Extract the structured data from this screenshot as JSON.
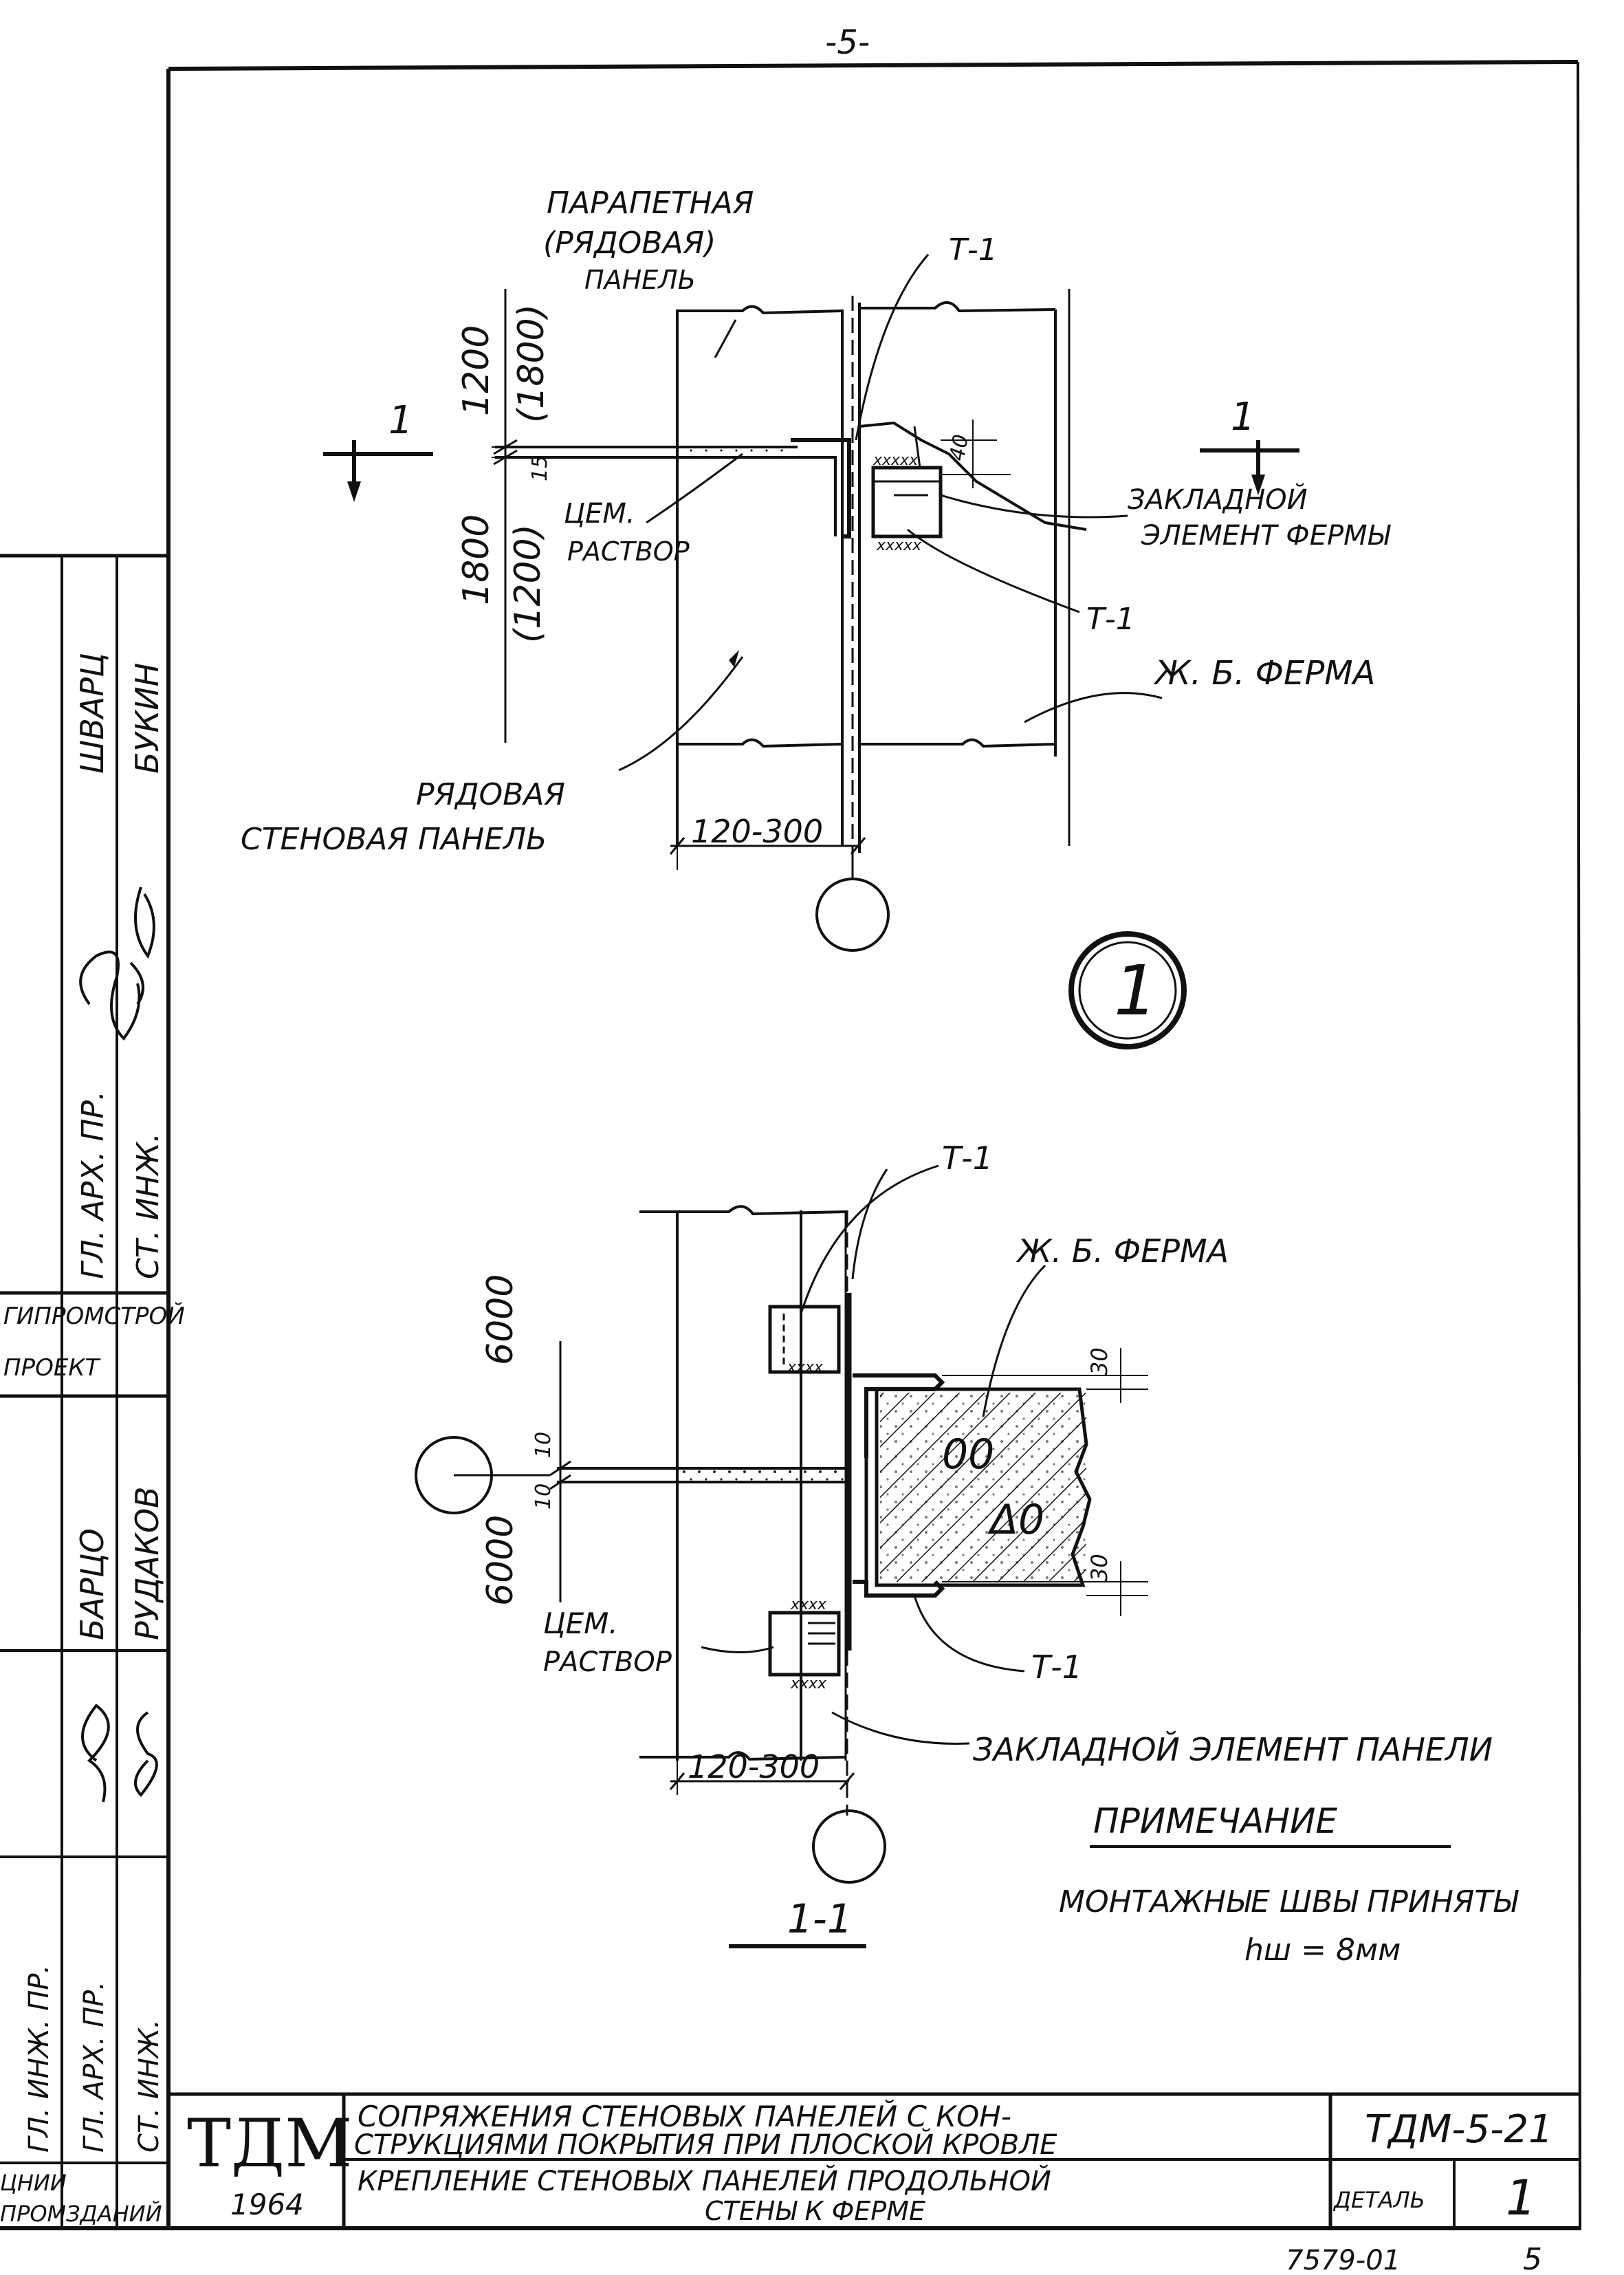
{
  "page_number": "-5-",
  "top_view": {
    "label_parapet": [
      "ПАРАПЕТНАЯ",
      "(РЯДОВАЯ)",
      "ПАНЕЛЬ"
    ],
    "label_t1_top": "Т-1",
    "label_t1_mid": "Т-1",
    "dim_upper": "1200",
    "dim_upper_alt": "(1800)",
    "dim_lower": "1800",
    "dim_lower_alt": "(1200)",
    "dim_joint": "15",
    "dim_40": "40",
    "label_mortar": [
      "ЦЕМ.",
      "РАСТВОР"
    ],
    "label_embed_truss": [
      "ЗАКЛАДНОЙ",
      "ЭЛЕМЕНТ ФЕРМЫ"
    ],
    "label_truss": "Ж. Б. ФЕРМА",
    "label_row_panel": [
      "РЯДОВАЯ",
      "СТЕНОВАЯ ПАНЕЛЬ"
    ],
    "dim_span": "120-300",
    "section_mark": "1"
  },
  "detail_number": "1",
  "section_view": {
    "label_t1_top": "Т-1",
    "label_truss": "Ж. Б. ФЕРМА",
    "dim_upper": "6000",
    "dim_lower": "6000",
    "dim_10a": "10",
    "dim_10b": "10",
    "dim_30a": "30",
    "dim_30b": "30",
    "label_mortar": [
      "ЦЕМ.",
      "РАСТВОР"
    ],
    "label_t1_bottom": "Т-1",
    "label_embed_panel": "ЗАКЛАДНОЙ ЭЛЕМЕНТ ПАНЕЛИ",
    "dim_span": "120-300",
    "section_title": "1-1"
  },
  "note": {
    "title": "ПРИМЕЧАНИЕ",
    "line1": "МОНТАЖНЫЕ ШВЫ ПРИНЯТЫ",
    "line2": "hш = 8мм"
  },
  "side_stamp": {
    "roles": [
      "ГЛ. АРХ. ПР.",
      "СТ. ИНЖ.",
      "ГЛ. ИНЖ. ПР.",
      "ГЛ. АРХ. ПР.",
      "СТ. ИНЖ."
    ],
    "names": [
      "ШВАРЦ",
      "БУКИН",
      "БАРЦО",
      "РУДАКОВ"
    ],
    "org": [
      "ГИПРОМСТРОЙ",
      "ПРОЕКТ"
    ],
    "bottom": [
      "ЦНИИ",
      "ПРОМЗДАНИЙ"
    ]
  },
  "title_block": {
    "logo": "ТДМ",
    "year": "1964",
    "title1": "СОПРЯЖЕНИЯ СТЕНОВЫХ ПАНЕЛЕЙ С КОН-",
    "title2": "СТРУКЦИЯМИ ПОКРЫТИЯ ПРИ ПЛОСКОЙ КРОВЛЕ",
    "title3": "КРЕПЛЕНИЕ СТЕНОВЫХ ПАНЕЛЕЙ ПРОДОЛЬНОЙ",
    "title4": "СТЕНЫ К ФЕРМЕ",
    "code": "ТДМ-5-21",
    "detail_label": "ДЕТАЛЬ",
    "detail_value": "1"
  },
  "footer_number": "7579-01",
  "footer_page": "5"
}
